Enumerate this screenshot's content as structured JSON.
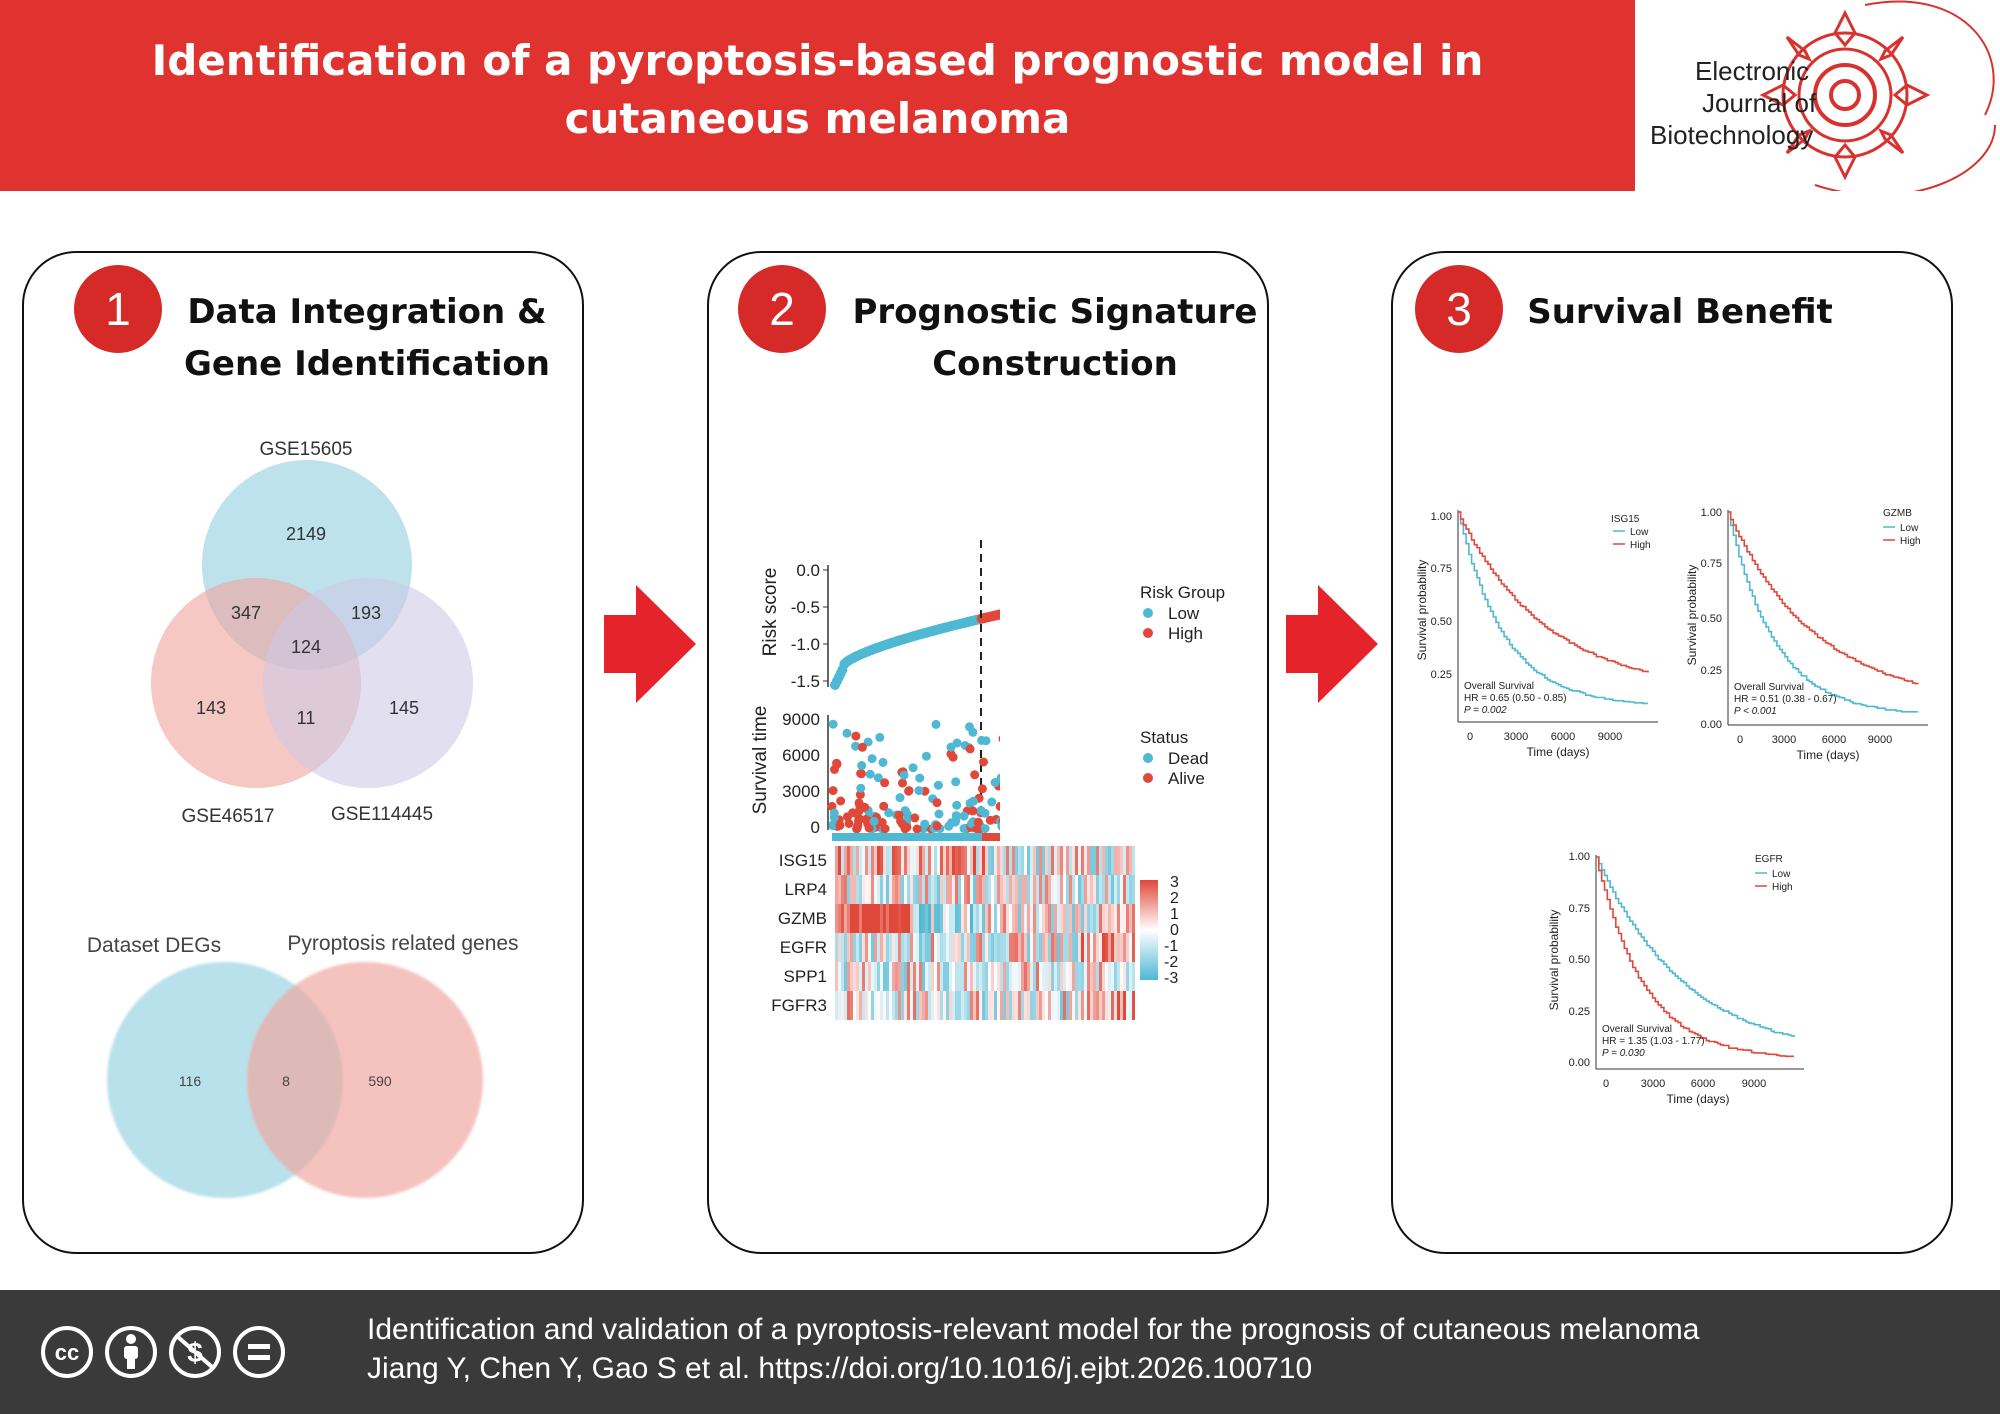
{
  "header": {
    "title_line1": "Identification of a pyroptosis-based prognostic model in",
    "title_line2": "cutaneous melanoma",
    "journal_line1": "Electronic",
    "journal_line2": "Journal of",
    "journal_line3": "Biotechnology",
    "color": "#e03330"
  },
  "panels": [
    {
      "number": "1",
      "title_line1": "Data Integration &",
      "title_line2": "Gene Identification"
    },
    {
      "number": "2",
      "title_line1": "Prognostic Signature",
      "title_line2": "Construction"
    },
    {
      "number": "3",
      "title_line1": "Survival Benefit",
      "title_line2": ""
    }
  ],
  "venn3": {
    "labels": [
      "GSE15605",
      "GSE46517",
      "GSE114445"
    ],
    "values": {
      "a_only": "2149",
      "ab": "347",
      "ac": "193",
      "abc": "124",
      "b_only": "143",
      "bc": "11",
      "c_only": "145"
    },
    "colors": [
      "#a8d8e6",
      "#f0a39d",
      "#cdcae6"
    ]
  },
  "venn2": {
    "labels": [
      "Dataset DEGs",
      "Pyroptosis related genes"
    ],
    "values": {
      "left": "116",
      "mid": "8",
      "right": "590"
    }
  },
  "risk_plot": {
    "risk_ylabel": "Risk score",
    "risk_ticks": [
      "0.0",
      "-0.5",
      "-1.0",
      "-1.5"
    ],
    "risk_legend_title": "Risk Group",
    "risk_legend": [
      "Low",
      "High"
    ],
    "surv_ylabel": "Survival time",
    "surv_ticks": [
      "9000",
      "6000",
      "3000",
      "0"
    ],
    "status_legend_title": "Status",
    "status_legend": [
      "Dead",
      "Alive"
    ],
    "genes": [
      "ISG15",
      "LRP4",
      "GZMB",
      "EGFR",
      "SPP1",
      "FGFR3"
    ],
    "scale": [
      "3",
      "2",
      "1",
      "0",
      "-1",
      "-2",
      "-3"
    ],
    "colors": {
      "low": "#4fb8d3",
      "high": "#e0493a"
    }
  },
  "km_plots": [
    {
      "gene": "ISG15",
      "legend": [
        "Low",
        "High"
      ],
      "xlabel": "Time (days)",
      "ylabel": "Survival probability",
      "yticks": [
        "1.00",
        "0.75",
        "0.50",
        "0.25"
      ],
      "xticks": [
        "0",
        "3000",
        "6000",
        "9000"
      ],
      "stat_title": "Overall Survival",
      "hr": "HR = 0.65 (0.50 -  0.85)",
      "p": "P = 0.002"
    },
    {
      "gene": "GZMB",
      "legend": [
        "Low",
        "High"
      ],
      "xlabel": "Time (days)",
      "ylabel": "Survival probability",
      "yticks": [
        "1.00",
        "0.75",
        "0.50",
        "0.25",
        "0.00"
      ],
      "xticks": [
        "0",
        "3000",
        "6000",
        "9000"
      ],
      "stat_title": "Overall Survival",
      "hr": "HR = 0.51 (0.38 -  0.67)",
      "p": "P < 0.001"
    },
    {
      "gene": "EGFR",
      "legend": [
        "Low",
        "High"
      ],
      "xlabel": "Time (days)",
      "ylabel": "Survival probability",
      "yticks": [
        "1.00",
        "0.75",
        "0.50",
        "0.25",
        "0.00"
      ],
      "xticks": [
        "0",
        "3000",
        "6000",
        "9000"
      ],
      "stat_title": "Overall Survival",
      "hr": "HR = 1.35 (1.03 -  1.77)",
      "p": "P = 0.030"
    }
  ],
  "footer": {
    "line1": "Identification and validation of a pyroptosis-relevant model for the prognosis of cutaneous melanoma",
    "line2": "Jiang Y, Chen Y, Gao S et al. https://doi.org/10.1016/j.ejbt.2026.100710",
    "license_icons": [
      "cc-icon",
      "by-icon",
      "nc-icon",
      "nd-icon"
    ]
  }
}
